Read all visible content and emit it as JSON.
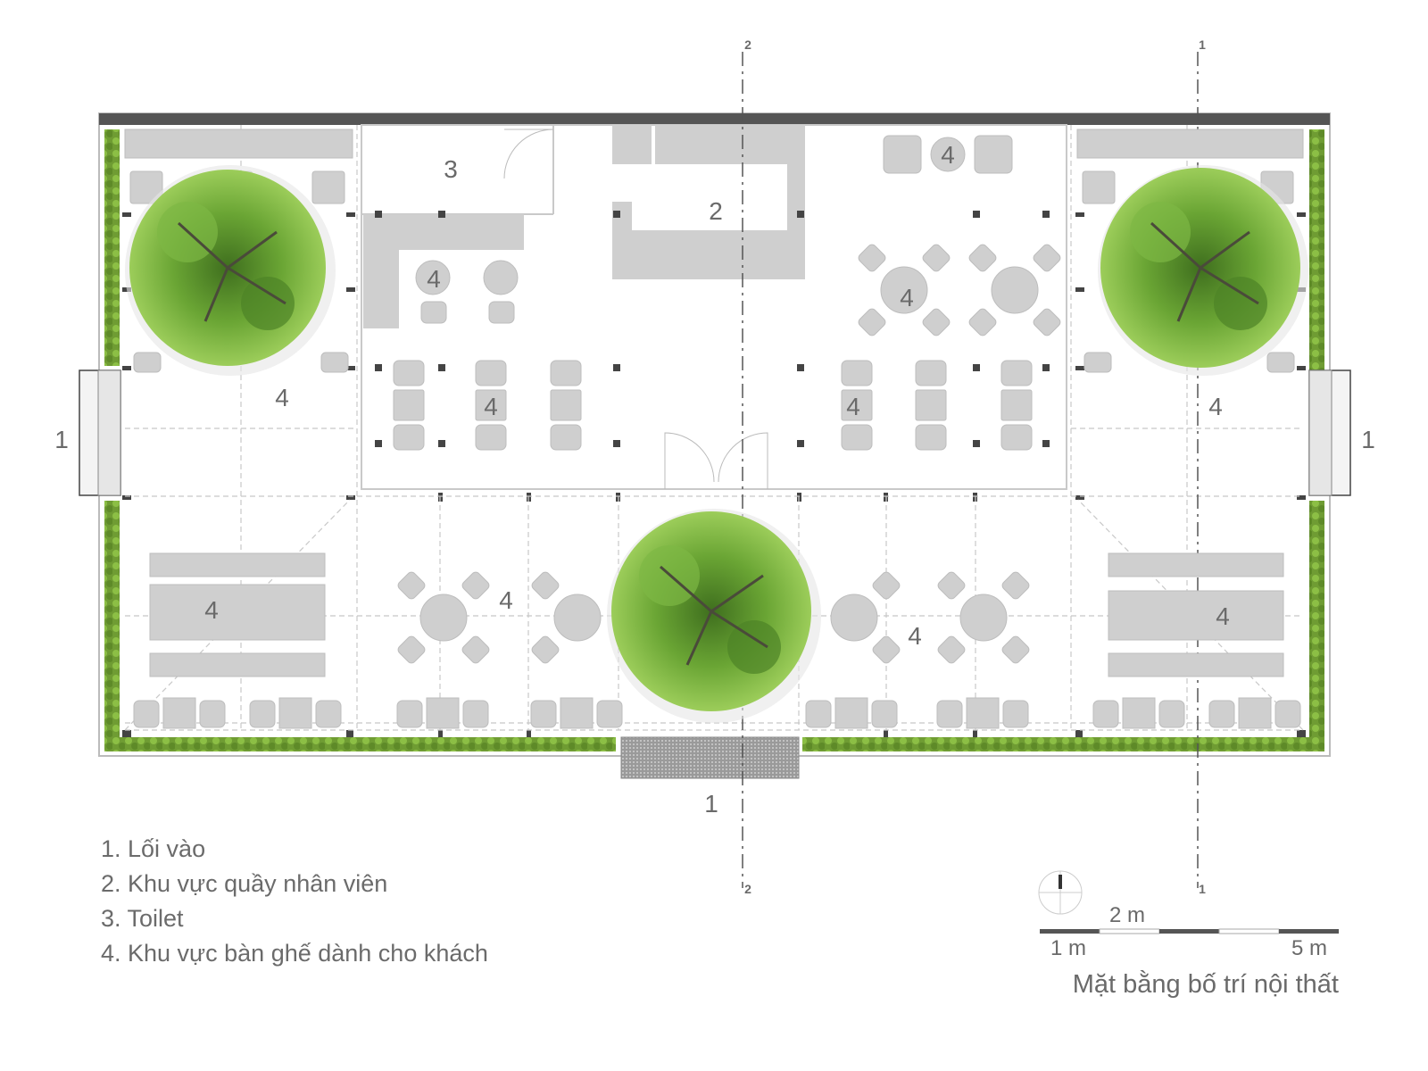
{
  "labels": {
    "entrance_number": "1",
    "staff_counter_number": "2",
    "toilet_number": "3",
    "guest_seating_number": "4"
  },
  "section_markers": {
    "marker_2": "2",
    "marker_1": "1"
  },
  "legend": [
    "1. Lối vào",
    "2. Khu vực quầy nhân viên",
    "3. Toilet",
    "4. Khu vực bàn ghế dành cho khách"
  ],
  "scale_bar": {
    "label_1m": "1 m",
    "label_2m": "2 m",
    "label_5m": "5 m"
  },
  "caption": "Mặt bằng bố trí nội thất",
  "colors": {
    "wall": "#555555",
    "furniture": "#cfcfcf",
    "hedge": "#7aa83a",
    "tree": "#5e9a2e",
    "text": "#6b6b6b"
  }
}
